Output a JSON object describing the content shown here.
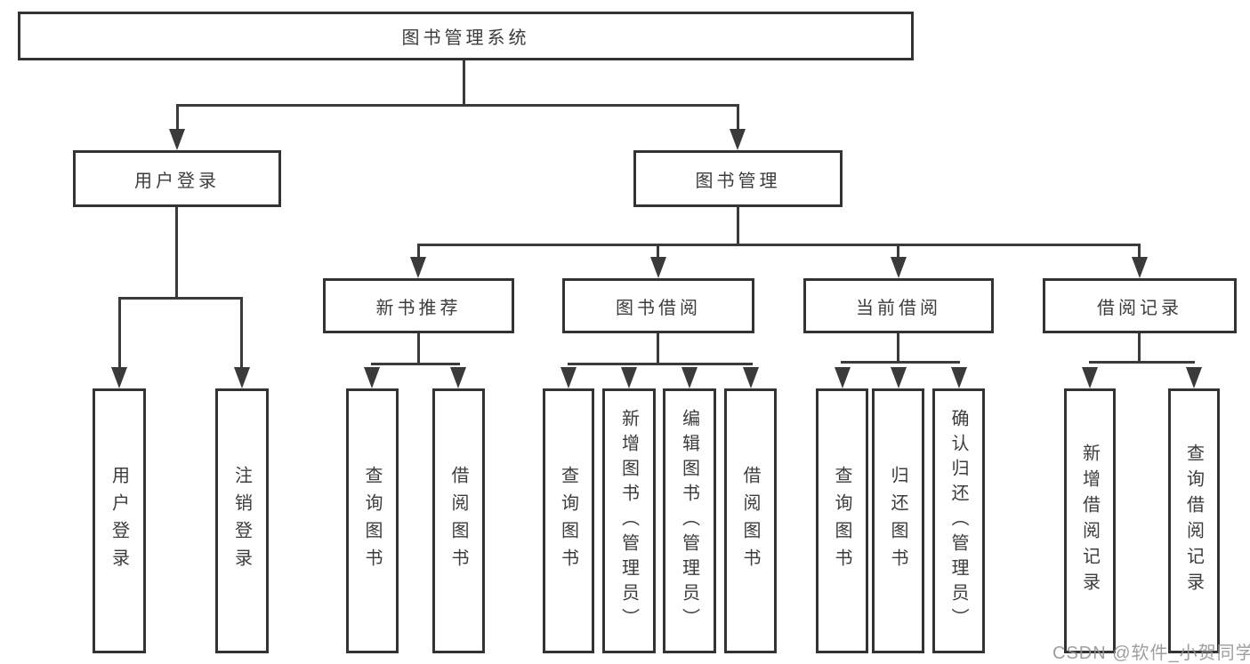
{
  "colors": {
    "background": "#ffffff",
    "box_border": "#333333",
    "line": "#3a3a3a",
    "text": "#3c3c3c",
    "watermark": "#949494"
  },
  "watermark": {
    "text": "CSDN @软件_小贺同学"
  },
  "nodes": {
    "root": {
      "label": "图书管理系统"
    },
    "user_login": {
      "label": "用户登录"
    },
    "book_mgmt": {
      "label": "图书管理"
    },
    "login": {
      "label": "用户登录"
    },
    "logout": {
      "label": "注销登录"
    },
    "new_rec": {
      "label": "新书推荐"
    },
    "borrowing": {
      "label": "图书借阅"
    },
    "current": {
      "label": "当前借阅"
    },
    "records": {
      "label": "借阅记录"
    },
    "rec_query": {
      "label": "查询图书"
    },
    "rec_borrow": {
      "label": "借阅图书"
    },
    "bor_query": {
      "label": "查询图书"
    },
    "bor_add": {
      "label": "新增图书（管理员）"
    },
    "bor_edit": {
      "label": "编辑图书（管理员）"
    },
    "bor_borrow": {
      "label": "借阅图书"
    },
    "cur_query": {
      "label": "查询图书"
    },
    "cur_return": {
      "label": "归还图书"
    },
    "cur_confirm": {
      "label": "确认归还（管理员）"
    },
    "records_add": {
      "label": "新增借阅记录"
    },
    "records_query": {
      "label": "查询借阅记录"
    }
  },
  "hierarchy": {
    "图书管理系统": {
      "用户登录": [
        "用户登录",
        "注销登录"
      ],
      "图书管理": {
        "新书推荐": [
          "查询图书",
          "借阅图书"
        ],
        "图书借阅": [
          "查询图书",
          "新增图书（管理员）",
          "编辑图书（管理员）",
          "借阅图书"
        ],
        "当前借阅": [
          "查询图书",
          "归还图书",
          "确认归还（管理员）"
        ],
        "借阅记录": [
          "新增借阅记录",
          "查询借阅记录"
        ]
      }
    }
  }
}
